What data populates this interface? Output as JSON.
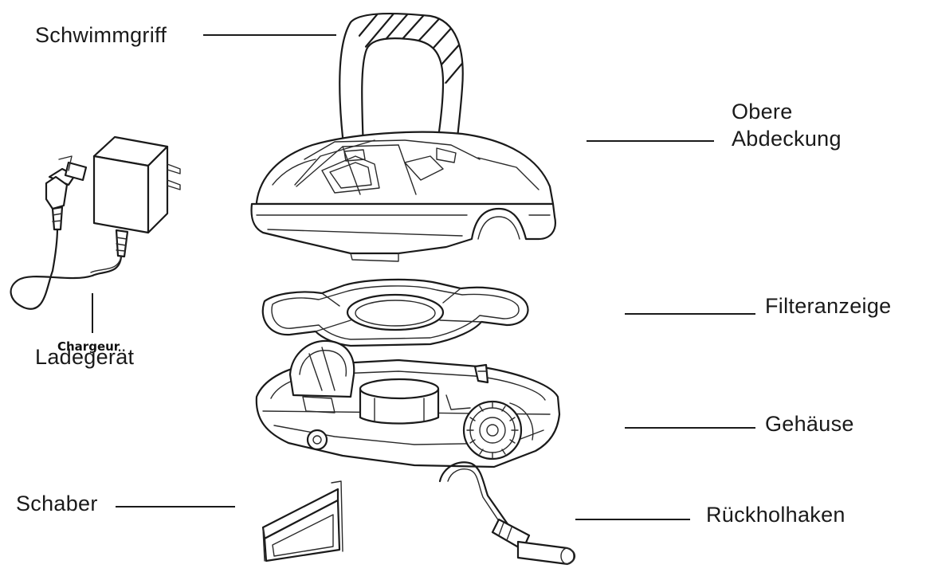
{
  "diagram": {
    "labels": {
      "float_handle": "Schwimmgriff",
      "top_cover_line1": "Obere",
      "top_cover_line2": "Abdeckung",
      "charger_overlay": "Chargeur",
      "charger": "Ladegerät",
      "filter": "Filteranzeige",
      "housing": "Gehäuse",
      "scraper": "Schaber",
      "retrieval_hook": "Rückholhaken"
    },
    "colors": {
      "ink": "#1a1a1a",
      "background": "#ffffff"
    }
  }
}
